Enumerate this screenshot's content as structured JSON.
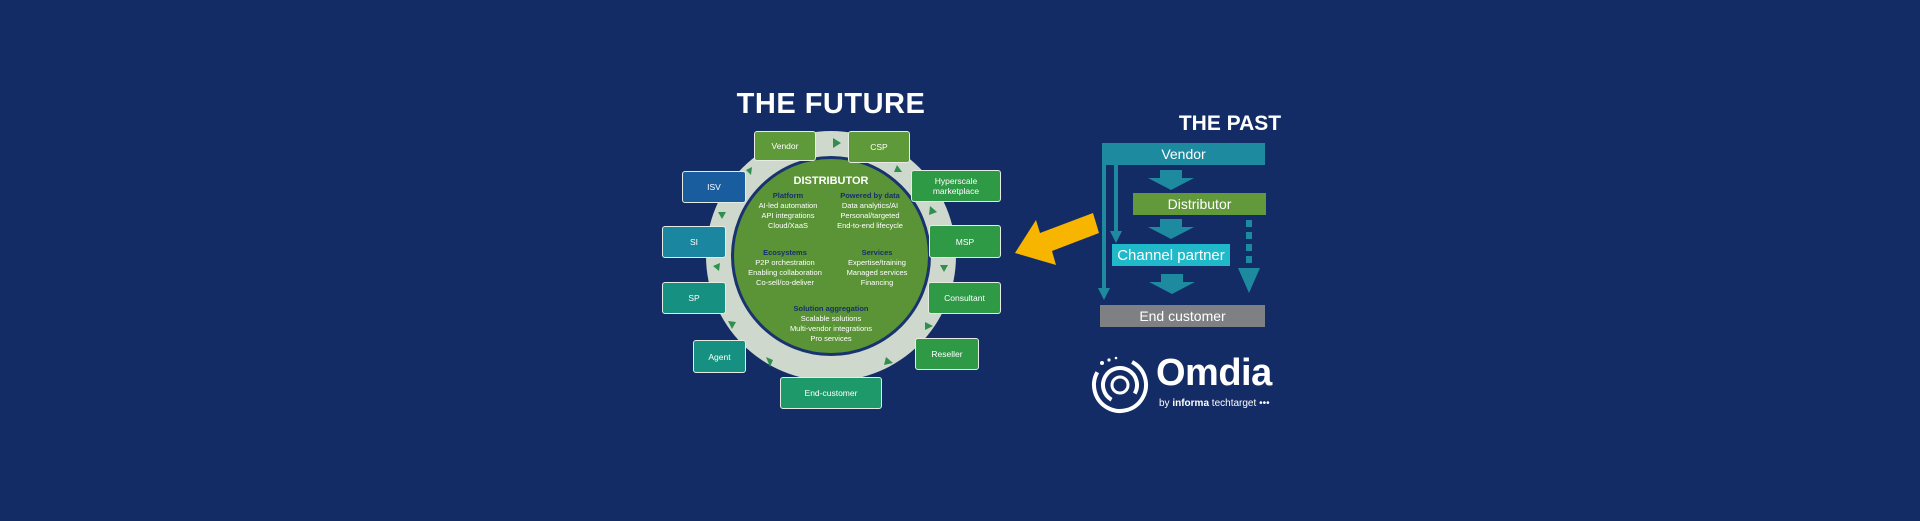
{
  "future": {
    "title": "THE FUTURE",
    "center": {
      "title": "DISTRIBUTOR",
      "platform": {
        "heading": "Platform",
        "items": [
          "AI-led automation",
          "API integrations",
          "Cloud/XaaS"
        ]
      },
      "data": {
        "heading": "Powered by data",
        "items": [
          "Data analytics/AI",
          "Personal/targeted",
          "End-to-end lifecycle"
        ]
      },
      "ecosystems": {
        "heading": "Ecosystems",
        "items": [
          "P2P orchestration",
          "Enabling collaboration",
          "Co-sell/co-deliver"
        ]
      },
      "services": {
        "heading": "Services",
        "items": [
          "Expertise/training",
          "Managed services",
          "Financing"
        ]
      },
      "aggregation": {
        "heading": "Solution aggregation",
        "items": [
          "Scalable solutions",
          "Multi-vendor integrations",
          "Pro services"
        ]
      }
    },
    "nodes": {
      "vendor": "Vendor",
      "csp": "CSP",
      "hyperscale": "Hyperscale marketplace",
      "msp": "MSP",
      "consultant": "Consultant",
      "reseller": "Reseller",
      "end_customer": "End-customer",
      "agent": "Agent",
      "sp": "SP",
      "si": "SI",
      "isv": "ISV"
    }
  },
  "past": {
    "title": "THE PAST",
    "vendor": "Vendor",
    "distributor": "Distributor",
    "channel_partner": "Channel partner",
    "end_customer": "End customer"
  },
  "logo": {
    "name": "Omdia",
    "by": "by",
    "brand": "informa",
    "brand2": "techtarget"
  },
  "colors": {
    "background": "#142c66",
    "core_green": "#5b9437",
    "ring": "#cfd8cc",
    "big_arrow": "#f7b500",
    "teal": "#1d8aa0",
    "grey_bar": "#7e8083"
  }
}
